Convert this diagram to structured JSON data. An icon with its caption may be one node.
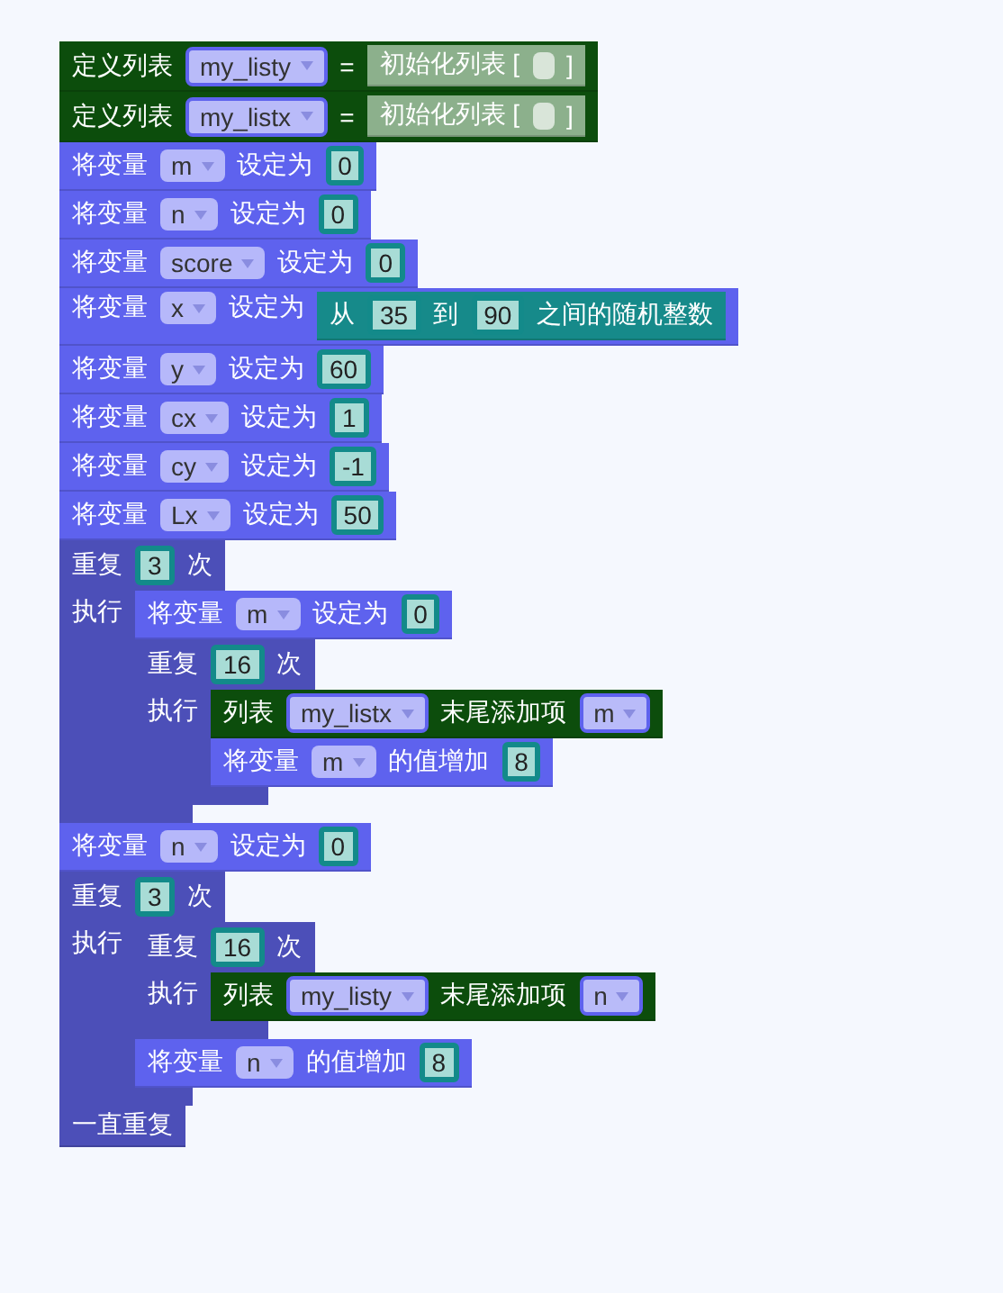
{
  "diagram": {
    "nodes": [
      {
        "text": [
          "定义列表",
          "="
        ]
      },
      {
        "text": [
          "my_listy"
        ],
        "in": 0
      },
      {
        "text": [
          "初始化列表 [",
          "]"
        ],
        "in": 0
      },
      {
        "text": [],
        "shape": "box",
        "in": 2
      },
      {
        "text": [
          "定义列表",
          "="
        ]
      },
      {
        "text": [
          "my_listx"
        ],
        "in": 4
      },
      {
        "text": [
          "初始化列表 [",
          "]"
        ],
        "in": 4
      },
      {
        "text": [],
        "shape": "box",
        "in": 6
      },
      {
        "text": [
          "将变量",
          "设定为"
        ]
      },
      {
        "text": [
          "m"
        ],
        "in": 8
      },
      {
        "text": [
          "0"
        ],
        "in": 8
      },
      {
        "text": [
          "将变量",
          "设定为"
        ]
      },
      {
        "text": [
          "n"
        ],
        "in": 11
      },
      {
        "text": [
          "0"
        ],
        "in": 11
      },
      {
        "text": [
          "将变量",
          "设定为"
        ]
      },
      {
        "text": [
          "score"
        ],
        "in": 14
      },
      {
        "text": [
          "0"
        ],
        "in": 14
      },
      {
        "text": [
          "将变量",
          "设定为"
        ]
      },
      {
        "text": [
          "x"
        ],
        "in": 17
      },
      {
        "text": [
          "从",
          "到",
          "之间的随机整数"
        ],
        "in": 17
      },
      {
        "text": [
          "35"
        ],
        "in": 19
      },
      {
        "text": [
          "90"
        ],
        "in": 19
      },
      {
        "text": [
          "将变量",
          "设定为"
        ]
      },
      {
        "text": [
          "y"
        ],
        "in": 22
      },
      {
        "text": [
          "60"
        ],
        "in": 22
      },
      {
        "text": [
          "将变量",
          "设定为"
        ]
      },
      {
        "text": [
          "cx"
        ],
        "in": 25
      },
      {
        "text": [
          "1"
        ],
        "in": 25
      },
      {
        "text": [
          "将变量",
          "设定为"
        ]
      },
      {
        "text": [
          "cy"
        ],
        "in": 28
      },
      {
        "text": [
          "-1"
        ],
        "in": 28
      },
      {
        "text": [
          "将变量",
          "设定为"
        ]
      },
      {
        "text": [
          "Lx"
        ],
        "in": 31
      },
      {
        "text": [
          "50"
        ],
        "in": 31
      },
      {
        "text": [
          "重复",
          "次",
          "执行"
        ]
      },
      {
        "text": [
          "3"
        ],
        "in": 34
      },
      {
        "text": [
          "将变量",
          "设定为"
        ],
        "in": 34
      },
      {
        "text": [
          "m"
        ],
        "in": 36
      },
      {
        "text": [
          "0"
        ],
        "in": 36
      },
      {
        "text": [
          "重复",
          "次",
          "执行"
        ],
        "in": 34
      },
      {
        "text": [
          "16"
        ],
        "in": 39
      },
      {
        "text": [
          "列表",
          "末尾添加项"
        ],
        "in": 39
      },
      {
        "text": [
          "my_listx"
        ],
        "in": 41
      },
      {
        "text": [
          "m"
        ],
        "in": 41
      },
      {
        "text": [
          "将变量",
          "的值增加"
        ],
        "in": 39
      },
      {
        "text": [
          "m"
        ],
        "in": 44
      },
      {
        "text": [
          "8"
        ],
        "in": 44
      },
      {
        "text": [
          "将变量",
          "设定为"
        ]
      },
      {
        "text": [
          "n"
        ],
        "in": 47
      },
      {
        "text": [
          "0"
        ],
        "in": 47
      },
      {
        "text": [
          "重复",
          "次",
          "执行"
        ]
      },
      {
        "text": [
          "3"
        ],
        "in": 50
      },
      {
        "text": [
          "重复",
          "次",
          "执行"
        ],
        "in": 50
      },
      {
        "text": [
          "16"
        ],
        "in": 52
      },
      {
        "text": [
          "列表",
          "末尾添加项"
        ],
        "in": 52
      },
      {
        "text": [
          "my_listy"
        ],
        "in": 54
      },
      {
        "text": [
          "n"
        ],
        "in": 54
      },
      {
        "text": [
          "将变量",
          "的值增加"
        ],
        "in": 50
      },
      {
        "text": [
          "n"
        ],
        "in": 57
      },
      {
        "text": [
          "8"
        ],
        "in": 57
      },
      {
        "text": [
          "一直重复"
        ]
      }
    ]
  }
}
